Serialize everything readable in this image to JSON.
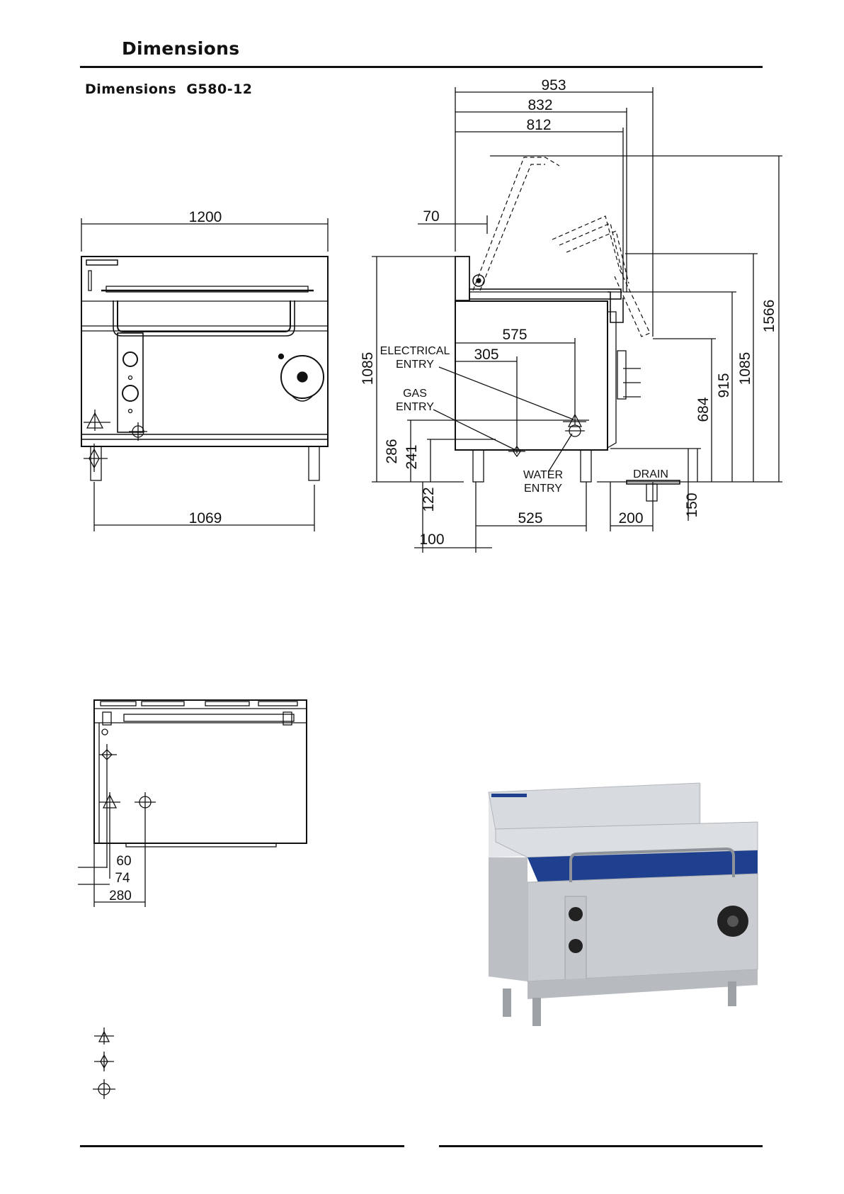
{
  "header": {
    "title": "Dimensions",
    "model_title": "Dimensions  G580-12"
  },
  "front_view": {
    "width_top": "1200",
    "width_legs": "1069"
  },
  "side_view": {
    "depth_overall": "953",
    "depth_mid": "832",
    "depth_body": "812",
    "splashback_offset": "70",
    "electrical_offset": "575",
    "gas_offset": "305",
    "height_left": "1085",
    "height_raised": "1566",
    "height_right": "1085",
    "height_915": "915",
    "height_684": "684",
    "electrical_height": "286",
    "gas_height": "241",
    "leg_height": "122",
    "leg_offset": "100",
    "leg_spacing": "525",
    "drain_offset": "200",
    "drain_height": "150",
    "labels": {
      "electrical_line1": "ELECTRICAL",
      "electrical_line2": "ENTRY",
      "gas_line1": "GAS",
      "gas_line2": "ENTRY",
      "water_line1": "WATER",
      "water_line2": "ENTRY",
      "drain": "DRAIN"
    }
  },
  "plan_view": {
    "dim_60": "60",
    "dim_74": "74",
    "dim_280": "280"
  },
  "legend": {
    "symbols": [
      "electrical-symbol",
      "gas-symbol",
      "water-symbol"
    ]
  },
  "colors": {
    "line": "#111111",
    "photo_blue": "#1f3f8f",
    "photo_steel": "#c9ccd0"
  }
}
